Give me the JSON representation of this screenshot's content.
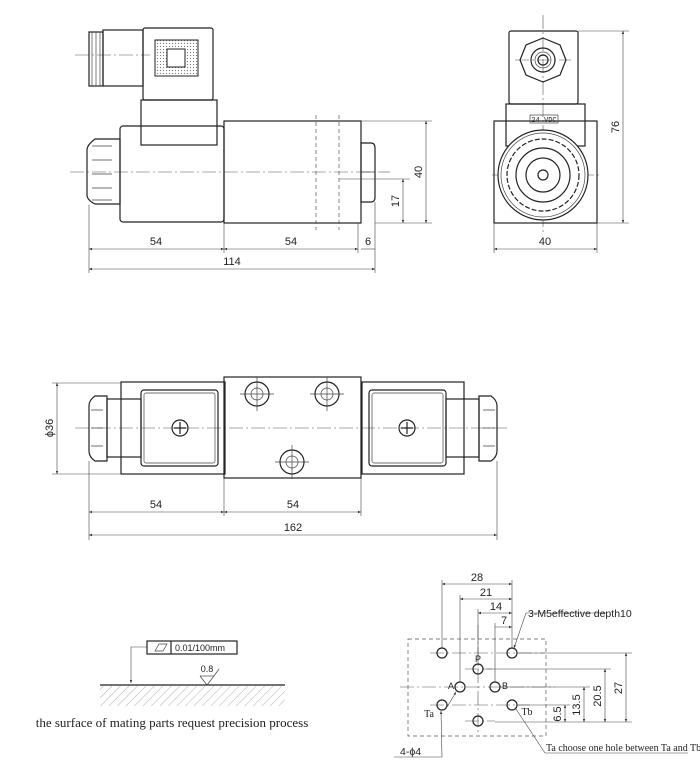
{
  "side_view": {
    "dims": {
      "coil": "54",
      "body": "54",
      "nut": "6",
      "total": "114",
      "height": "40",
      "port_offset": "17"
    }
  },
  "end_view": {
    "label": "24 VDC",
    "dims": {
      "height": "76",
      "width": "40"
    }
  },
  "top_view": {
    "dims": {
      "diameter": "ϕ36",
      "coil": "54",
      "body": "54",
      "total": "162"
    }
  },
  "flatness": {
    "tolerance": "0.01/100mm",
    "roughness": "0.8",
    "caption": "the surface of mating parts request precision process"
  },
  "port_pattern": {
    "dims_horizontal": [
      "28",
      "21",
      "14",
      "7"
    ],
    "dims_vertical": [
      "27",
      "20.5",
      "13.5",
      "6.5"
    ],
    "ports": {
      "P": "P",
      "A": "A",
      "B": "B",
      "Ta": "Ta",
      "Tb": "Tb"
    },
    "thread_note": "3-M5effective depth10",
    "hole_note": "4-ϕ4",
    "t_note": "Ta choose one hole between Ta and Tb"
  }
}
